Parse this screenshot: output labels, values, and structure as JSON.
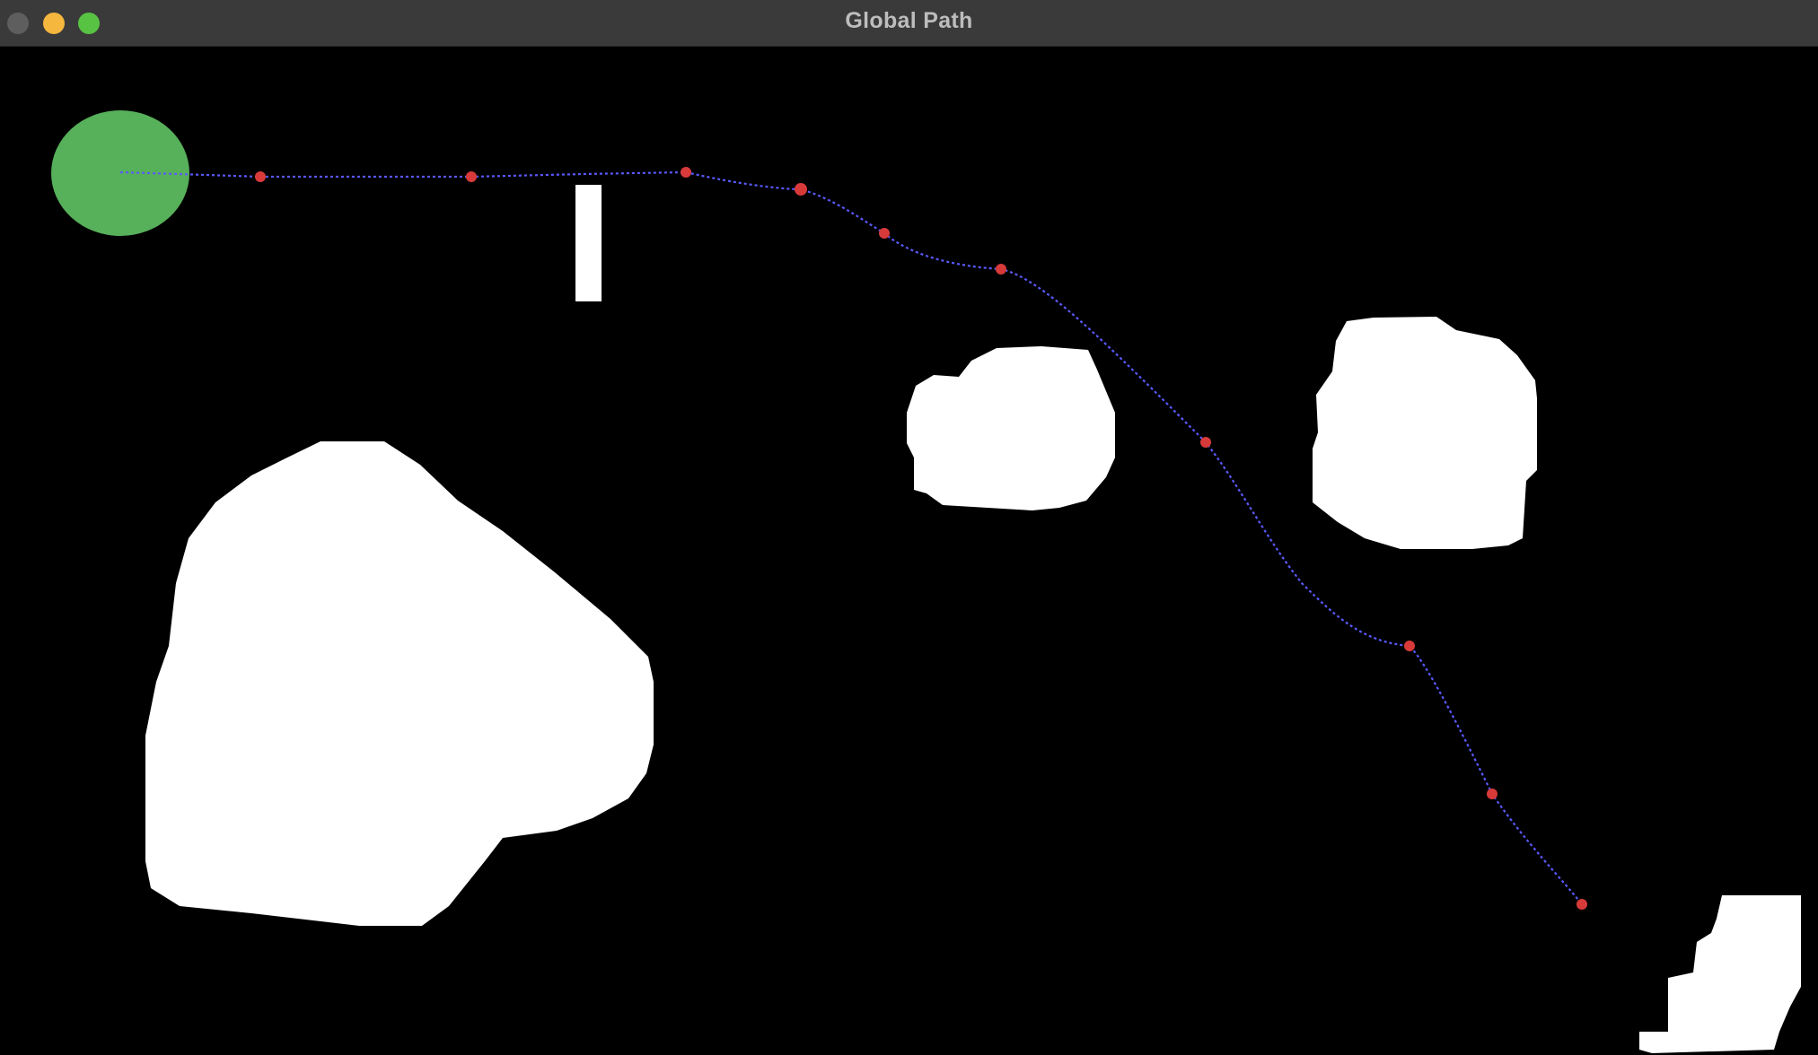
{
  "window": {
    "title": "Global Path"
  },
  "buttons": {
    "close": "close",
    "minimize": "minimize",
    "maximize": "maximize"
  },
  "colors": {
    "background": "#000000",
    "obstacle": "#ffffff",
    "start_marker": "#57b05a",
    "path": "#5a5aff",
    "waypoint": "#d83a3a"
  }
}
